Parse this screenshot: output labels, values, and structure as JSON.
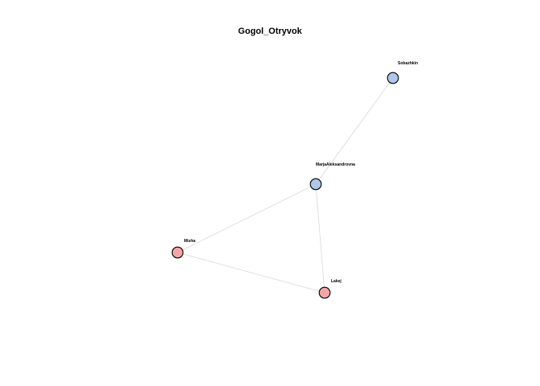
{
  "title": "Gogol_Otryvok",
  "nodes": [
    {
      "id": "sobazhkin",
      "label": "Sobazhkin",
      "color": "#aec7e8"
    },
    {
      "id": "marja",
      "label": "MarjaAleksandrovna",
      "color": "#aec7e8"
    },
    {
      "id": "misha",
      "label": "Misha",
      "color": "#f4a6a6"
    },
    {
      "id": "lakej",
      "label": "Lakej",
      "color": "#f4a6a6"
    }
  ],
  "edges": [
    {
      "from": "sobazhkin",
      "to": "marja"
    },
    {
      "from": "marja",
      "to": "misha"
    },
    {
      "from": "marja",
      "to": "lakej"
    },
    {
      "from": "misha",
      "to": "lakej"
    }
  ],
  "colors": {
    "edge": "#d9d9d9",
    "node_outline": "#000000"
  }
}
